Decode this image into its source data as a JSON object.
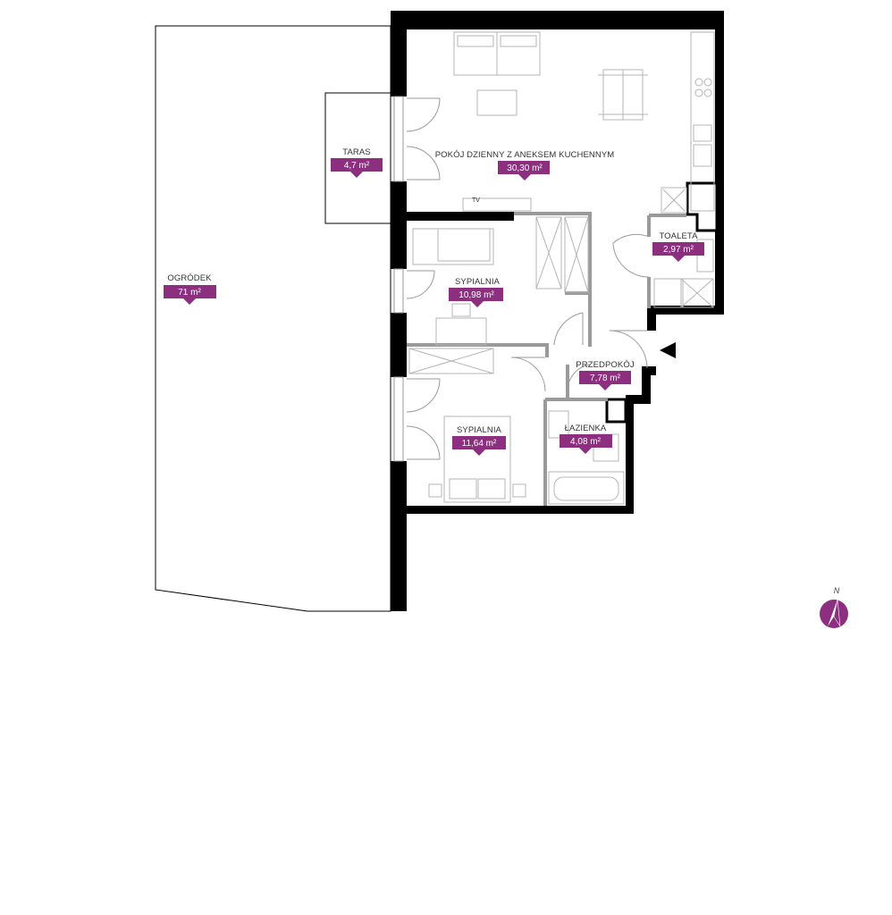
{
  "colors": {
    "accent": "#8c2f7f",
    "wall": "#000000",
    "partition": "#9a9a9a",
    "furniture": "#b5b5b5"
  },
  "rooms": [
    {
      "id": "ogrodek",
      "name": "OGRÓDEK",
      "area": "71 m²"
    },
    {
      "id": "taras",
      "name": "TARAS",
      "area": "4,7 m²"
    },
    {
      "id": "pokoj-dzienny",
      "name": "POKÓJ DZIENNY Z ANEKSEM KUCHENNYM",
      "area": "30,30 m²"
    },
    {
      "id": "toaleta",
      "name": "TOALETA",
      "area": "2,97 m²"
    },
    {
      "id": "sypialnia-1",
      "name": "SYPIALNIA",
      "area": "10,98 m²"
    },
    {
      "id": "przedpokoj",
      "name": "PRZEDPOKÓJ",
      "area": "7,78 m²"
    },
    {
      "id": "sypialnia-2",
      "name": "SYPIALNIA",
      "area": "11,64 m²"
    },
    {
      "id": "lazienka",
      "name": "ŁAZIENKA",
      "area": "4,08 m²"
    }
  ],
  "labels": {
    "tv": "TV",
    "north": "N"
  },
  "icons": {
    "compass": "compass-icon",
    "entrance": "entrance-arrow-icon"
  }
}
